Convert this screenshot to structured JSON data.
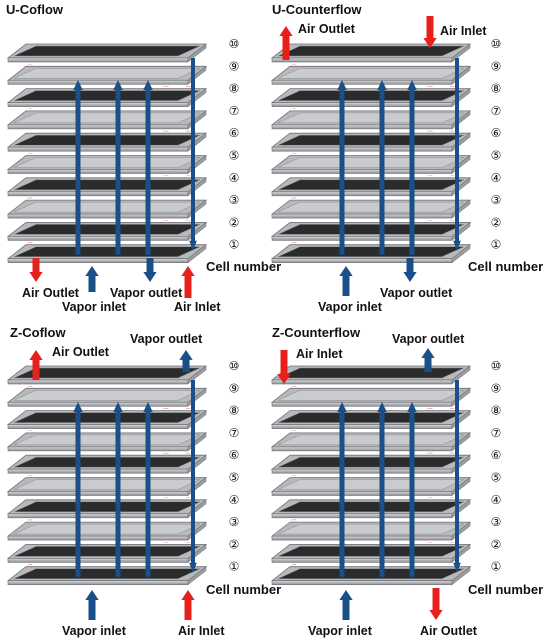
{
  "panels": [
    {
      "id": "u-coflow",
      "title": "U-Coflow",
      "layer_numbers": [
        "⑩",
        "⑨",
        "⑧",
        "⑦",
        "⑥",
        "⑤",
        "④",
        "③",
        "②",
        "①"
      ],
      "cell_number_label": "Cell number",
      "labels": {
        "air_outlet": "Air Outlet",
        "vapor_inlet": "Vapor inlet",
        "vapor_outlet": "Vapor outlet",
        "air_inlet": "Air Inlet"
      }
    },
    {
      "id": "u-counterflow",
      "title": "U-Counterflow",
      "layer_numbers": [
        "⑩",
        "⑨",
        "⑧",
        "⑦",
        "⑥",
        "⑤",
        "④",
        "③",
        "②",
        "①"
      ],
      "cell_number_label": "Cell number",
      "labels": {
        "air_outlet": "Air Outlet",
        "air_inlet": "Air Inlet",
        "vapor_inlet": "Vapor inlet",
        "vapor_outlet": "Vapor outlet"
      }
    },
    {
      "id": "z-coflow",
      "title": "Z-Coflow",
      "layer_numbers": [
        "⑩",
        "⑨",
        "⑧",
        "⑦",
        "⑥",
        "⑤",
        "④",
        "③",
        "②",
        "①"
      ],
      "cell_number_label": "Cell number",
      "labels": {
        "air_outlet": "Air Outlet",
        "vapor_outlet": "Vapor outlet",
        "vapor_inlet": "Vapor inlet",
        "air_inlet": "Air Inlet"
      }
    },
    {
      "id": "z-counterflow",
      "title": "Z-Counterflow",
      "layer_numbers": [
        "⑩",
        "⑨",
        "⑧",
        "⑦",
        "⑥",
        "⑤",
        "④",
        "③",
        "②",
        "①"
      ],
      "cell_number_label": "Cell number",
      "labels": {
        "air_inlet": "Air Inlet",
        "vapor_outlet": "Vapor outlet",
        "vapor_inlet": "Vapor inlet",
        "air_outlet": "Air Outlet"
      }
    }
  ],
  "colors": {
    "air": "#e8201b",
    "vapor": "#1a4f8a",
    "plate": "#b7b9bc",
    "plate_edge": "#6f7175",
    "membrane": "#2b2b2b"
  }
}
